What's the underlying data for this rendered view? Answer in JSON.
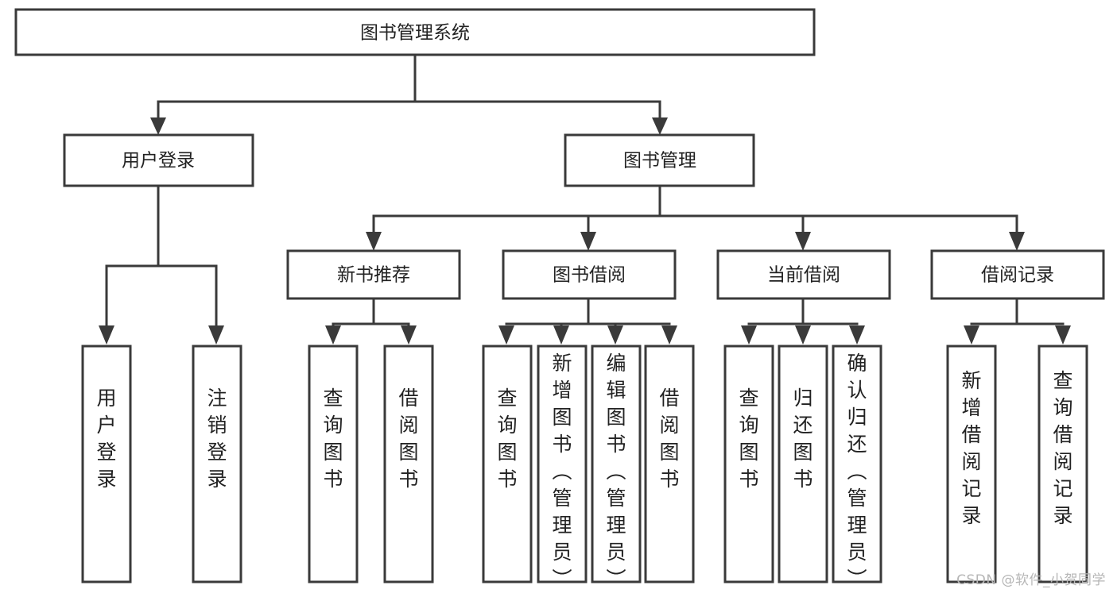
{
  "diagram": {
    "type": "tree-hierarchy",
    "title": "图书管理系统",
    "watermark": "CSDN @软件_小贺同学",
    "colors": {
      "stroke": "#3a3a3a",
      "fill": "#ffffff",
      "text": "#222222",
      "watermark": "#b6b6b6"
    },
    "nodes": {
      "root": {
        "label": "图书管理系统"
      },
      "level2": [
        {
          "id": "user-login",
          "label": "用户登录"
        },
        {
          "id": "book-management",
          "label": "图书管理"
        }
      ],
      "level3": [
        {
          "id": "new-book-recommend",
          "label": "新书推荐"
        },
        {
          "id": "book-borrow",
          "label": "图书借阅"
        },
        {
          "id": "current-borrow",
          "label": "当前借阅"
        },
        {
          "id": "borrow-record",
          "label": "借阅记录"
        }
      ],
      "leaves": {
        "user-login": [
          {
            "id": "leaf-user-login",
            "label": "用户登录"
          },
          {
            "id": "leaf-logout-login",
            "label": "注销登录"
          }
        ],
        "new-book-recommend": [
          {
            "id": "leaf-query-book-1",
            "label": "查询图书"
          },
          {
            "id": "leaf-borrow-book-1",
            "label": "借阅图书"
          }
        ],
        "book-borrow": [
          {
            "id": "leaf-query-book-2",
            "label": "查询图书"
          },
          {
            "id": "leaf-add-book",
            "label": "新增图书（管理员）"
          },
          {
            "id": "leaf-edit-book",
            "label": "编辑图书（管理员）"
          },
          {
            "id": "leaf-borrow-book-2",
            "label": "借阅图书"
          }
        ],
        "current-borrow": [
          {
            "id": "leaf-query-book-3",
            "label": "查询图书"
          },
          {
            "id": "leaf-return-book",
            "label": "归还图书"
          },
          {
            "id": "leaf-confirm-return",
            "label": "确认归还（管理员）"
          }
        ],
        "borrow-record": [
          {
            "id": "leaf-add-borrow-record",
            "label": "新增借阅记录"
          },
          {
            "id": "leaf-query-borrow-record",
            "label": "查询借阅记录"
          }
        ]
      }
    }
  }
}
